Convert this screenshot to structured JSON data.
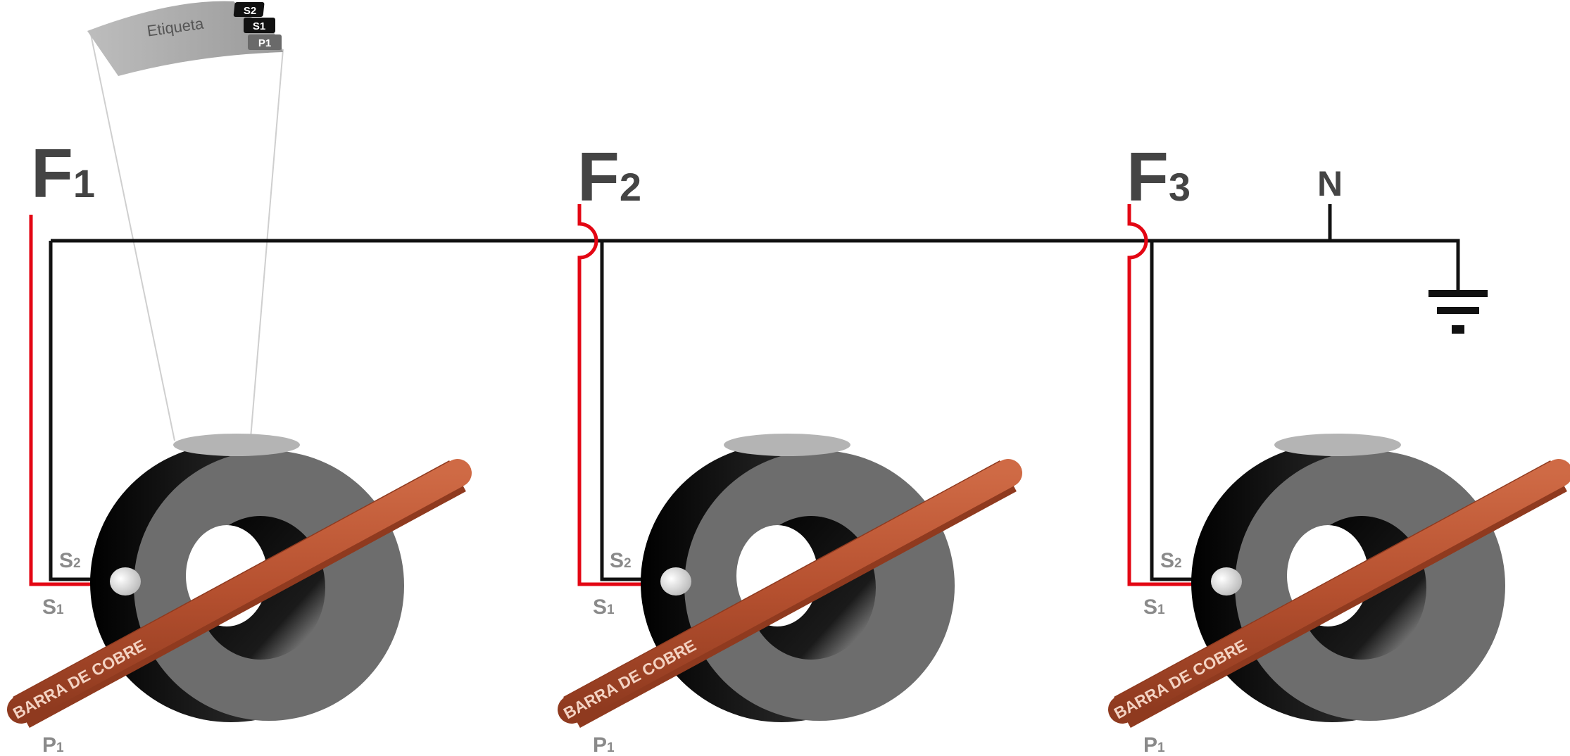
{
  "label_tag": {
    "text": "Etiqueta",
    "markers": [
      "S2",
      "S1",
      "P1"
    ]
  },
  "phases": [
    {
      "name": "F",
      "sub": "1"
    },
    {
      "name": "F",
      "sub": "2"
    },
    {
      "name": "F",
      "sub": "3"
    }
  ],
  "neutral": "N",
  "transformers": [
    {
      "s2": "S",
      "s2_sub": "2",
      "s1": "S",
      "s1_sub": "1",
      "p1": "P",
      "p1_sub": "1",
      "bar": "BARRA DE COBRE"
    },
    {
      "s2": "S",
      "s2_sub": "2",
      "s1": "S",
      "s1_sub": "1",
      "p1": "P",
      "p1_sub": "1",
      "bar": "BARRA DE COBRE"
    },
    {
      "s2": "S",
      "s2_sub": "2",
      "s1": "S",
      "s1_sub": "1",
      "p1": "P",
      "p1_sub": "1",
      "bar": "BARRA DE COBRE"
    }
  ],
  "colors": {
    "phase_wire": "#e30613",
    "common_wire": "#111111",
    "core": "#6d6d6d",
    "copper": "#b5502f"
  }
}
